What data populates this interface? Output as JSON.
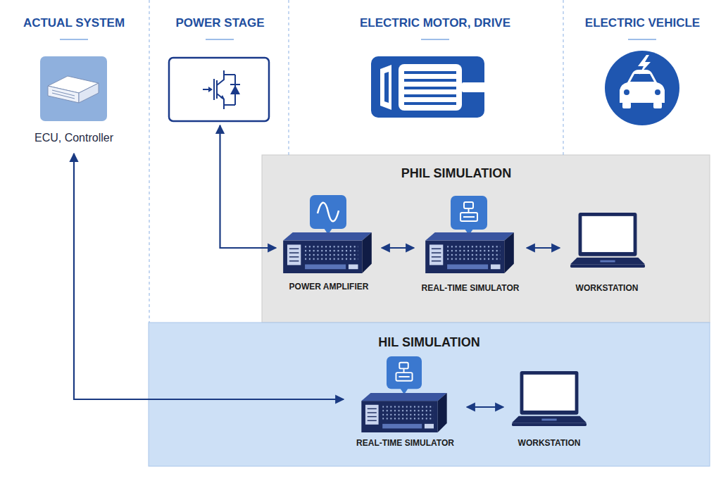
{
  "diagram": {
    "nodes": [
      {
        "text": [
          "ACTUAL SYSTEM",
          "ECU, Controller"
        ]
      },
      {
        "text": [
          "POWER STAGE"
        ]
      },
      {
        "text": [
          "ELECTRIC MOTOR, DRIVE"
        ]
      },
      {
        "text": [
          "ELECTRIC VEHICLE"
        ]
      },
      {
        "text": [
          "PHIL SIMULATION"
        ]
      },
      {
        "text": [
          "POWER AMPLIFIER"
        ],
        "in": 4
      },
      {
        "text": [
          "REAL-TIME SIMULATOR"
        ],
        "in": 4
      },
      {
        "text": [
          "WORKSTATION"
        ],
        "in": 4
      },
      {
        "text": [
          "HIL SIMULATION"
        ]
      },
      {
        "text": [
          "REAL-TIME SIMULATOR"
        ],
        "in": 8
      },
      {
        "text": [
          "WORKSTATION"
        ],
        "in": 8
      }
    ],
    "edges": [
      {
        "from": 5,
        "to": 1,
        "arrow": "both"
      },
      {
        "from": 5,
        "to": 6,
        "arrow": "both"
      },
      {
        "from": 6,
        "to": 7,
        "arrow": "both"
      },
      {
        "from": 0,
        "to": 9,
        "arrow": "both"
      },
      {
        "from": 9,
        "to": 10,
        "arrow": "both"
      }
    ]
  }
}
